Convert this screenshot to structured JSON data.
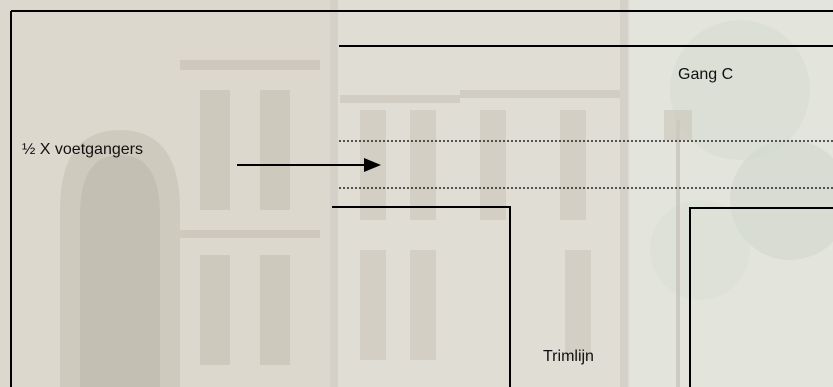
{
  "labels": {
    "gang": "Gang C",
    "half_pedestrians": "½ X voetgangers",
    "trimline": "Trimlijn"
  },
  "colors": {
    "line": "#000000",
    "background": "#e8e6df",
    "facade": "#d3cfc4",
    "shadow": "#b9b4a8",
    "window": "#c4bfb3"
  },
  "background_description": "faded building facade photograph"
}
